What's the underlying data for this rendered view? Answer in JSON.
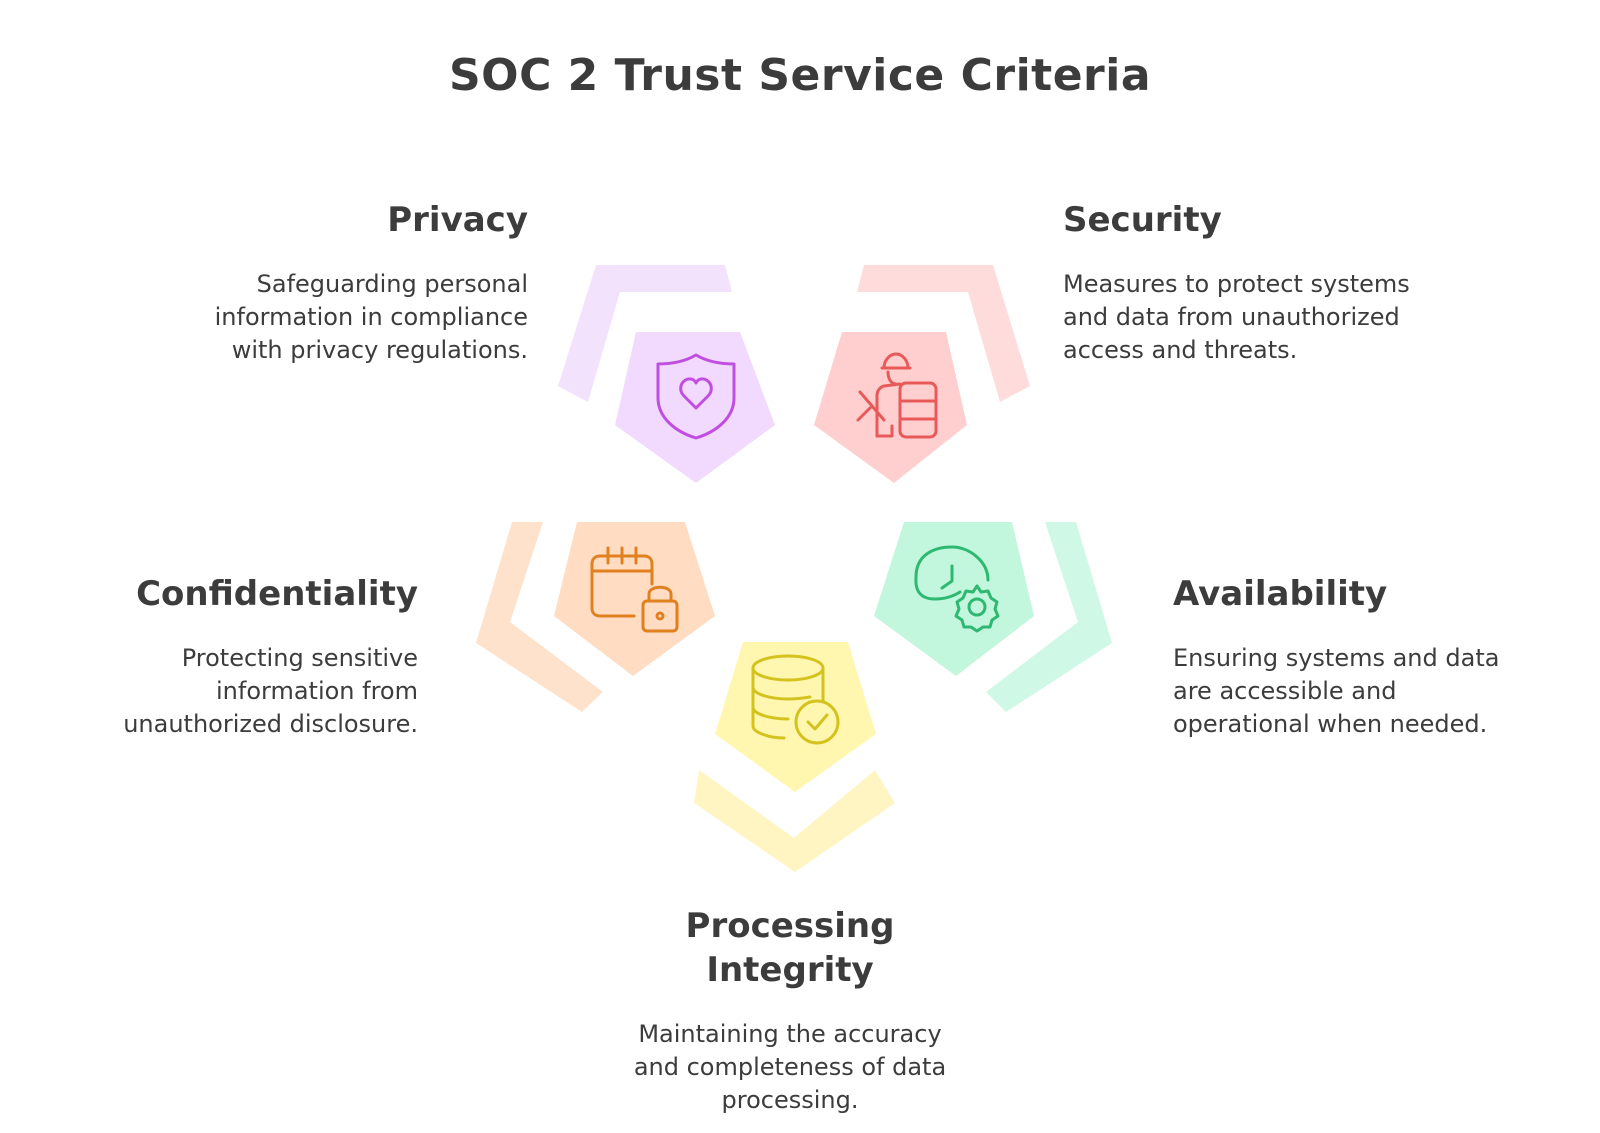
{
  "title": "SOC 2 Trust Service Criteria",
  "colors": {
    "privacy": "#c04ee0",
    "security": "#e85a5a",
    "confidentiality": "#e0801e",
    "availability": "#2eb872",
    "processing_integrity": "#d4c21e"
  },
  "criteria": {
    "privacy": {
      "heading": "Privacy",
      "lines": [
        "Safeguarding personal",
        "information in compliance",
        "with privacy regulations."
      ],
      "icon": "shield-heart-icon"
    },
    "security": {
      "heading": "Security",
      "lines": [
        "Measures to protect systems",
        "and data from unauthorized",
        "access and threats."
      ],
      "icon": "guard-with-shield-icon"
    },
    "confidentiality": {
      "heading": "Confidentiality",
      "lines": [
        "Protecting sensitive",
        "information from",
        "unauthorized disclosure."
      ],
      "icon": "calendar-lock-icon"
    },
    "availability": {
      "heading": "Availability",
      "lines": [
        "Ensuring systems and data",
        "are accessible and",
        "operational when needed."
      ],
      "icon": "clock-gear-icon"
    },
    "processing_integrity": {
      "heading_lines": [
        "Processing",
        "Integrity"
      ],
      "lines": [
        "Maintaining the accuracy",
        "and completeness of data",
        "processing."
      ],
      "icon": "database-check-icon"
    }
  }
}
